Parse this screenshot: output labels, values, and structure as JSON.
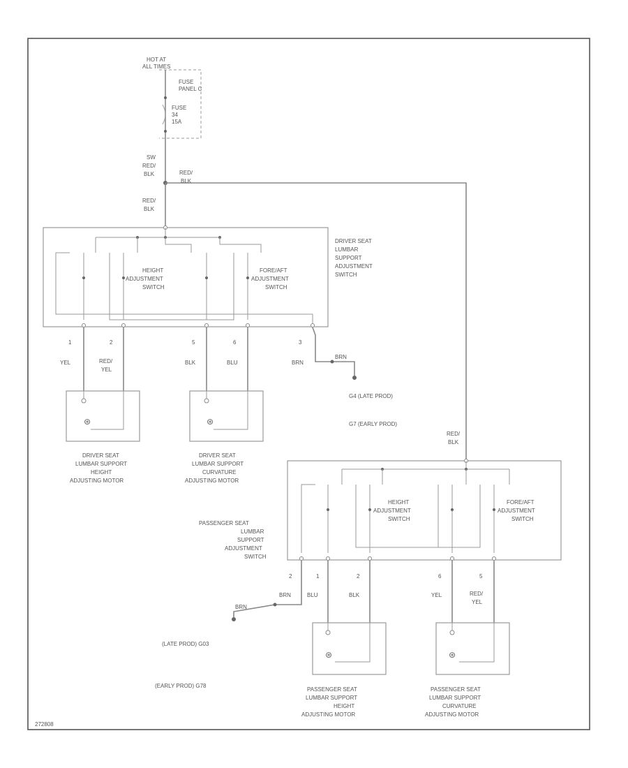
{
  "colors": {
    "red_blk": "#f08080",
    "yel": "#ffff66",
    "red_yel": "#ff8c5a",
    "blu": "#6666ff",
    "brn": "#d4a017",
    "gray": "#888888"
  },
  "fuse": {
    "hot_label_1": "HOT AT",
    "hot_label_2": "ALL TIMES",
    "panel_label_1": "FUSE",
    "panel_label_2": "PANEL C",
    "fuse_label_1": "FUSE",
    "fuse_label_2": "34",
    "fuse_label_3": "15A"
  },
  "wires": {
    "main_1": "SW",
    "main_2": "RED/",
    "main_3": "BLK",
    "branch_1": "RED/",
    "branch_2": "BLK",
    "sw_in_1": "RED/",
    "sw_in_2": "BLK",
    "pass_in_1": "RED/",
    "pass_in_2": "BLK"
  },
  "driver_switch": {
    "name_1": "DRIVER SEAT",
    "name_2": "LUMBAR",
    "name_3": "SUPPORT",
    "name_4": "ADJUSTMENT",
    "name_5": "SWITCH",
    "height_1": "HEIGHT",
    "height_2": "ADJUSTMENT",
    "height_3": "SWITCH",
    "fa_1": "FORE/AFT",
    "fa_2": "ADJUSTMENT",
    "fa_3": "SWITCH",
    "pins": [
      "1",
      "2",
      "5",
      "6",
      "3"
    ],
    "wire_colors": [
      "YEL",
      "RED/",
      "YEL",
      "BLK",
      "BLU",
      "BRN",
      "BRN"
    ]
  },
  "ground": {
    "driver_1": "G4 (LATE PROD)",
    "driver_2": "G7 (EARLY PROD)",
    "pass_1": "(LATE PROD) G03",
    "pass_2": "(EARLY PROD) G78"
  },
  "driver_motors": {
    "height_1": "DRIVER SEAT",
    "height_2": "LUMBAR SUPPORT",
    "height_3": "HEIGHT",
    "height_4": "ADJUSTING MOTOR",
    "curv_1": "DRIVER SEAT",
    "curv_2": "LUMBAR SUPPORT",
    "curv_3": "CURVATURE",
    "curv_4": "ADJUSTING MOTOR"
  },
  "pass_switch": {
    "name_1": "PASSENGER SEAT",
    "name_2": "LUMBAR",
    "name_3": "SUPPORT",
    "name_4": "ADJUSTMENT",
    "name_5": "SWITCH",
    "height_1": "HEIGHT",
    "height_2": "ADJUSTMENT",
    "height_3": "SWITCH",
    "fa_1": "FORE/AFT",
    "fa_2": "ADJUSTMENT",
    "fa_3": "SWITCH",
    "pins": [
      "2",
      "1",
      "2",
      "6",
      "5"
    ],
    "wire_colors": [
      "BRN",
      "BLU",
      "BLK",
      "YEL",
      "RED/",
      "YEL",
      "BRN"
    ]
  },
  "pass_motors": {
    "height_1": "PASSENGER SEAT",
    "height_2": "LUMBAR SUPPORT",
    "height_3": "HEIGHT",
    "height_4": "ADJUSTING MOTOR",
    "curv_1": "PASSENGER SEAT",
    "curv_2": "LUMBAR SUPPORT",
    "curv_3": "CURVATURE",
    "curv_4": "ADJUSTING MOTOR"
  },
  "footer": {
    "id": "272808"
  }
}
